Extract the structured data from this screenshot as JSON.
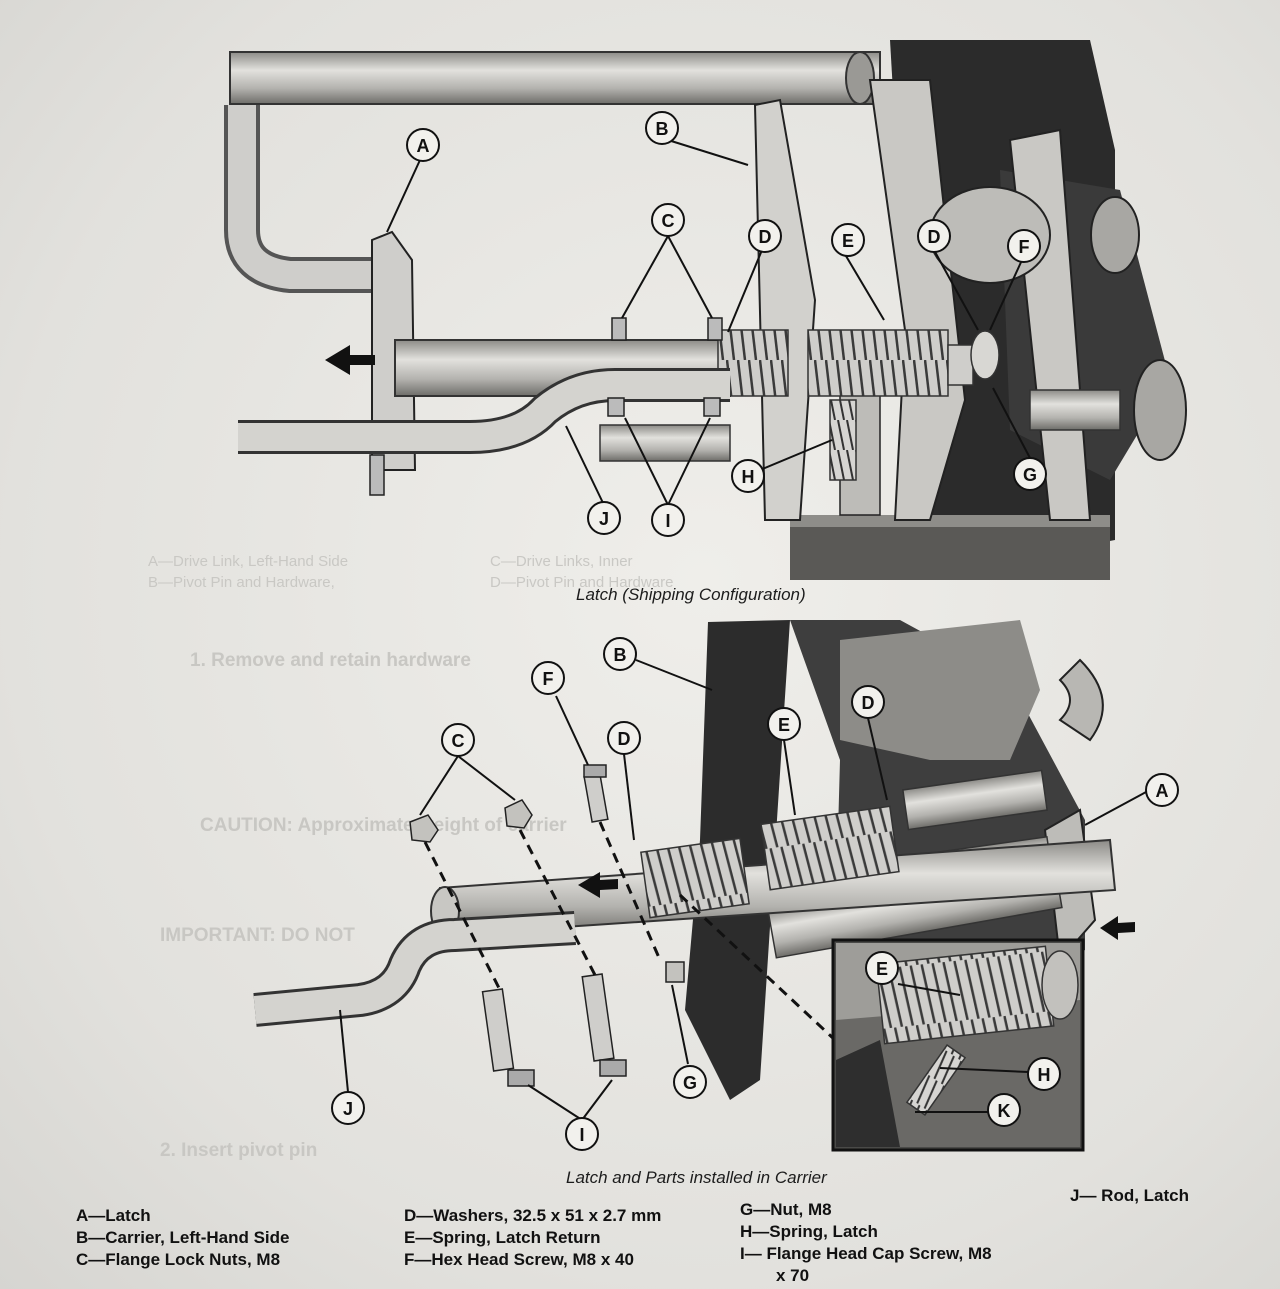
{
  "captions": {
    "top": "Latch (Shipping Configuration)",
    "bottom": "Latch and Parts installed in Carrier"
  },
  "callouts_top": [
    "A",
    "B",
    "C",
    "D",
    "E",
    "D",
    "F",
    "G",
    "H",
    "J",
    "I"
  ],
  "callouts_bottom": [
    "B",
    "F",
    "D",
    "C",
    "E",
    "D",
    "A",
    "E",
    "H",
    "K",
    "G",
    "J",
    "I"
  ],
  "legend": {
    "col1": [
      "A—Latch",
      "B—Carrier, Left-Hand Side",
      "C—Flange Lock Nuts, M8"
    ],
    "col2": [
      "D—Washers, 32.5 x 51 x 2.7 mm",
      "E—Spring, Latch Return",
      "F—Hex Head Screw, M8 x 40"
    ],
    "col3": [
      "G—Nut, M8",
      "H—Spring, Latch",
      "I— Flange Head Cap Screw, M8",
      "x 70"
    ],
    "col4": [
      "J— Rod, Latch"
    ]
  },
  "colors": {
    "paper": "#e4e3df",
    "ink": "#111111",
    "metal": "#bdbcb8",
    "dark_metal": "#2a2a2a"
  }
}
